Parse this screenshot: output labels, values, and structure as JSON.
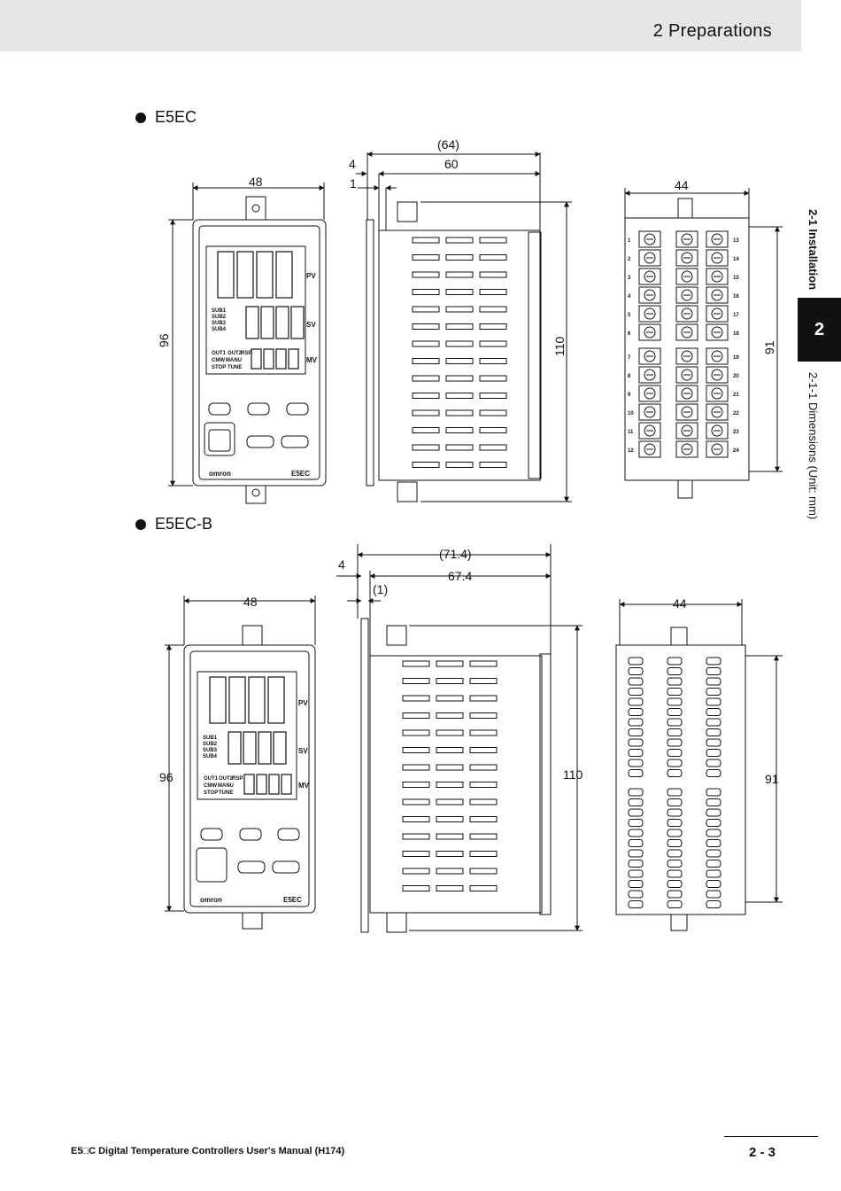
{
  "header": {
    "chapter_title": "2   Preparations"
  },
  "side": {
    "section_label": "2-1  Installation",
    "tab_number": "2",
    "subsection_label": "2-1-1  Dimensions (Unit: mm)"
  },
  "sections": [
    {
      "title": "E5EC",
      "dims": {
        "front_width": "48",
        "front_height": "96",
        "overall_depth": "(64)",
        "panel": "4",
        "depth": "60",
        "front_thk": "1",
        "rear_height": "110",
        "rear_width": "44",
        "rear_height2": "91"
      },
      "front_labels": {
        "pv": "PV",
        "sv": "SV",
        "mv": "MV",
        "brand": "omron",
        "model": "E5EC"
      },
      "terminals_left": [
        "1",
        "2",
        "3",
        "4",
        "5",
        "6",
        "7",
        "8",
        "9",
        "10",
        "11",
        "12"
      ],
      "terminals_right": [
        "13",
        "14",
        "15",
        "16",
        "17",
        "18",
        "19",
        "20",
        "21",
        "22",
        "23",
        "24"
      ]
    },
    {
      "title": "E5EC-B",
      "dims": {
        "front_width": "48",
        "front_height": "96",
        "overall_depth": "(71.4)",
        "panel": "4",
        "depth": "67.4",
        "front_thk": "(1)",
        "rear_height": "110",
        "rear_width": "44",
        "rear_height2": "91"
      },
      "front_labels": {
        "pv": "PV",
        "sv": "SV",
        "mv": "MV",
        "brand": "omron",
        "model": "E5EC"
      }
    }
  ],
  "indicator_labels": [
    "SUB1",
    "SUB2",
    "SUB3",
    "SUB4",
    "OUT1",
    "OUT2",
    "RSP",
    "CMW",
    "MANU",
    "STOP",
    "TUNE"
  ],
  "footer": {
    "manual_title": "E5□C Digital Temperature Controllers User's Manual (H174)",
    "page_number": "2 - 3"
  }
}
